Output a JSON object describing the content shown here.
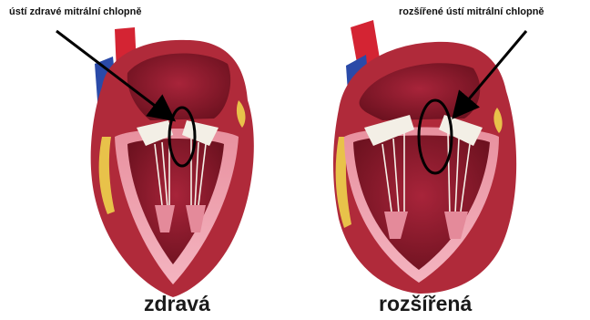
{
  "panels": {
    "healthy": {
      "callout": "ústí zdravé mitrální chlopně",
      "caption": "zdravá"
    },
    "dilated": {
      "callout": "rozšířené ústí mitrální chlopně",
      "caption": "rozšířená"
    }
  },
  "colors": {
    "muscle": "#b02a3a",
    "muscle_dark": "#7e1828",
    "inner_wall": "#e48a9a",
    "inner_wall_light": "#f2b0bc",
    "aorta": "#d42433",
    "vena": "#2a4aa8",
    "fat_yellow": "#e8c24a",
    "valve": "#f3efe6",
    "outline": "#000000"
  }
}
